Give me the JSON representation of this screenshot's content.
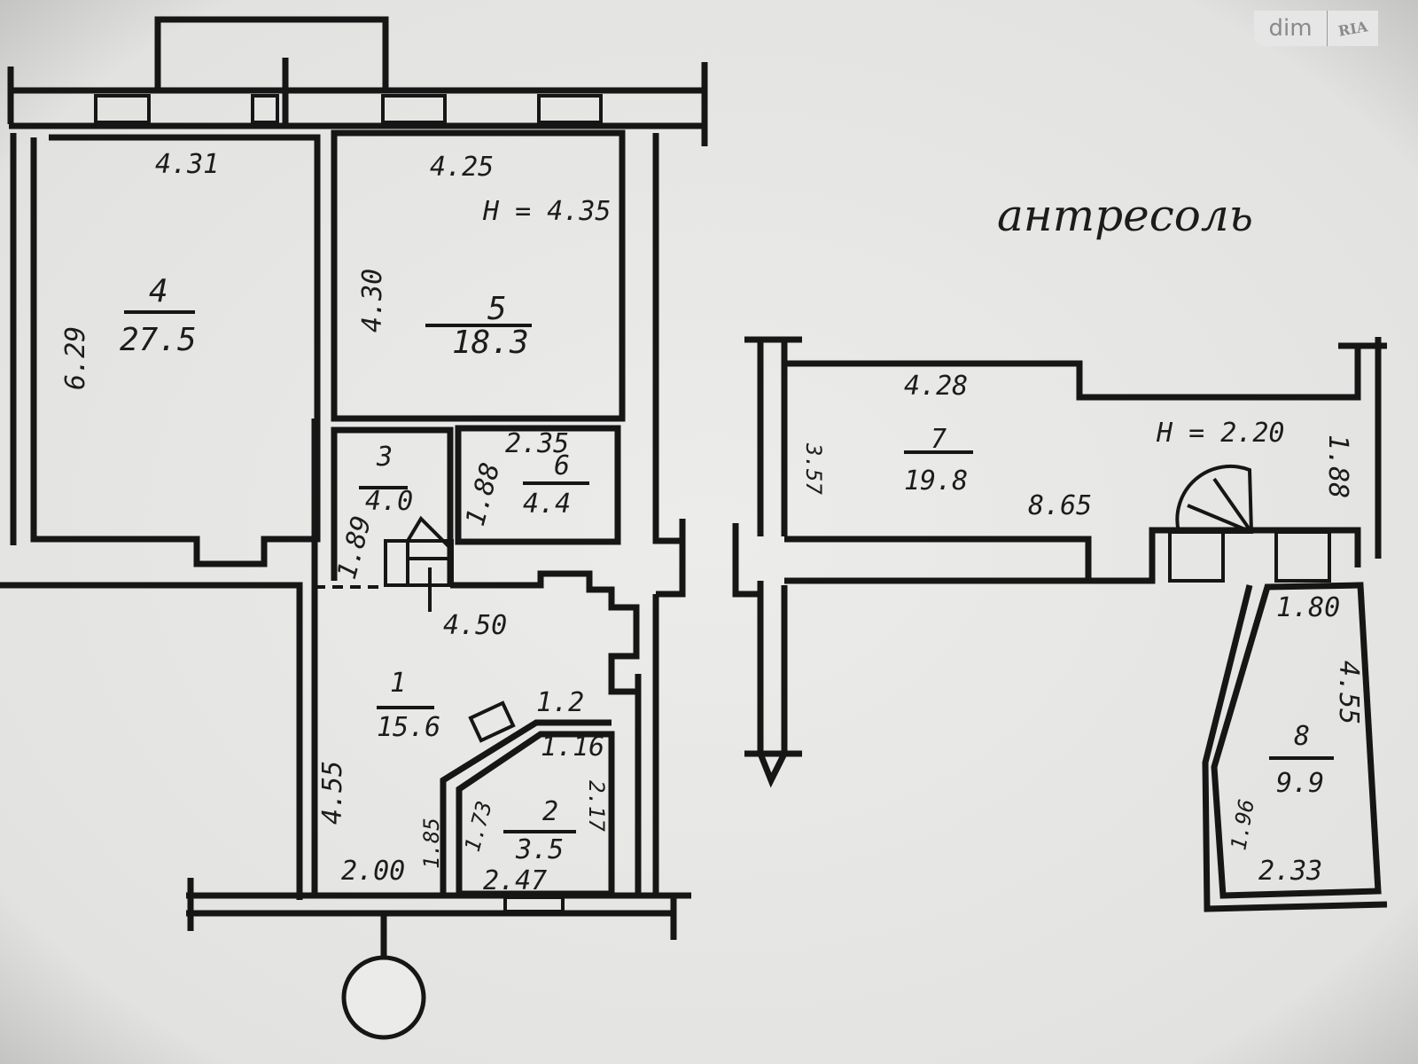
{
  "watermark": {
    "left": "dim",
    "right": "RIA"
  },
  "mezzanine_label": "антресоль",
  "rooms": [
    {
      "number": "4",
      "area": "27.5",
      "width": "4.31",
      "length": "6.29"
    },
    {
      "number": "5",
      "area": "18.3",
      "width": "4.25",
      "length": "4.30",
      "height": "H = 4.35"
    },
    {
      "number": "3",
      "area": "4.0",
      "length": "1.89"
    },
    {
      "number": "6",
      "area": "4.4",
      "width": "2.35",
      "length": "1.88"
    },
    {
      "number": "1",
      "area": "15.6",
      "width": "4.50",
      "length": "4.55",
      "bottom": "2.00",
      "extra": "1.2"
    },
    {
      "number": "2",
      "area": "3.5",
      "top": "1.16",
      "left": "1.85",
      "left2": "1.73",
      "right": "2.17",
      "bottom": "2.47"
    },
    {
      "number": "7",
      "area": "19.8",
      "width": "4.28",
      "length": "8.65",
      "left": "3.57",
      "right": "1.88",
      "height": "H = 2.20"
    },
    {
      "number": "8",
      "area": "9.9",
      "width": "1.80",
      "length": "4.55",
      "left": "1.96",
      "bottom": "2.33"
    }
  ]
}
